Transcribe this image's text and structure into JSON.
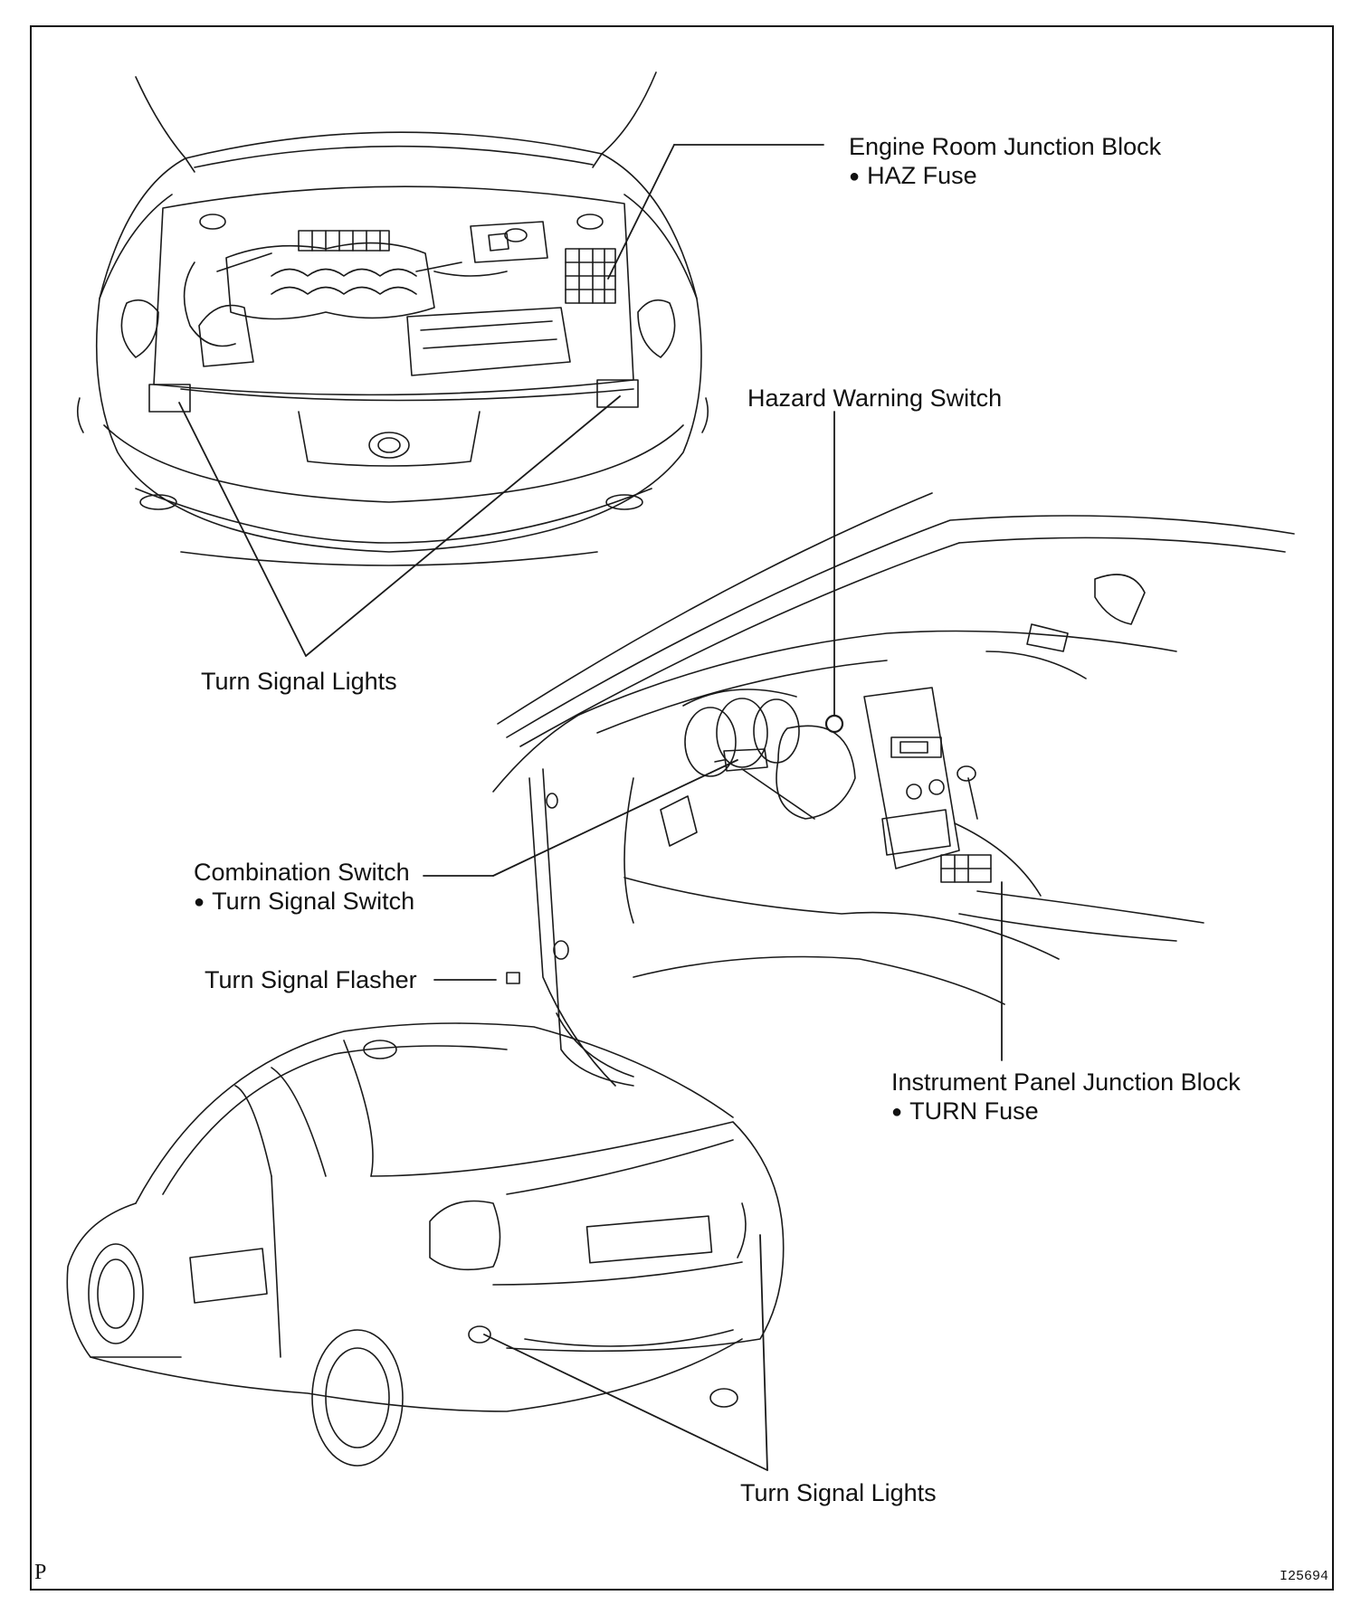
{
  "labels": {
    "engine_room_jb": "Engine Room Junction Block",
    "haz_fuse": "HAZ Fuse",
    "hazard_switch": "Hazard Warning Switch",
    "turn_lights_front": "Turn Signal Lights",
    "combination_switch": "Combination Switch",
    "turn_signal_switch": "Turn Signal Switch",
    "flasher": "Turn Signal Flasher",
    "ip_jb": "Instrument Panel Junction Block",
    "turn_fuse": "TURN Fuse",
    "turn_lights_rear": "Turn Signal Lights"
  },
  "corner_mark": "P",
  "figure_code": "I25694"
}
